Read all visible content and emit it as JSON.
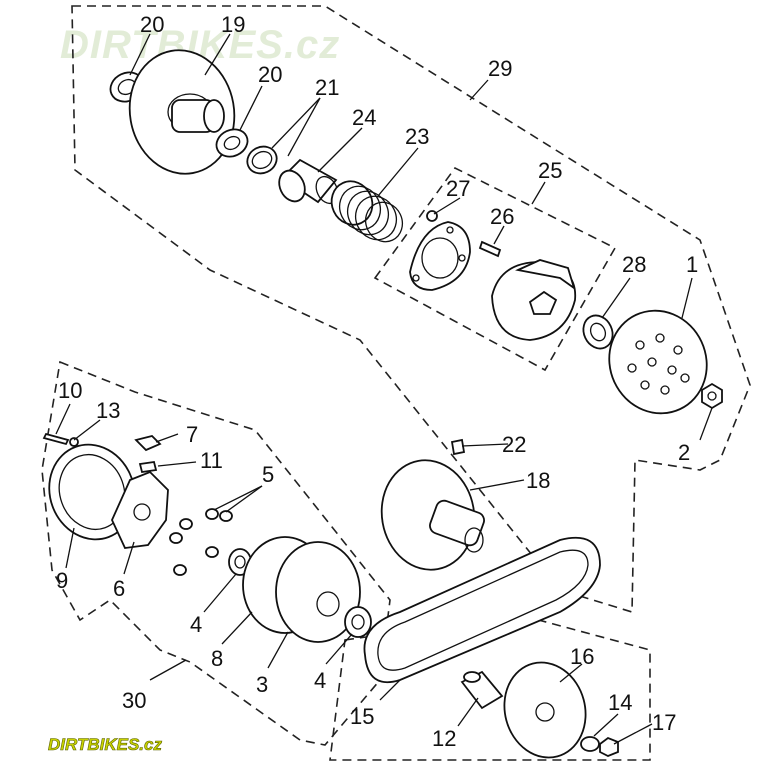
{
  "watermark": {
    "top_text": "DIRTBIKES.cz",
    "bottom_text": "DIRTBIKES.cz"
  },
  "callouts": {
    "c1": "1",
    "c2": "2",
    "c3": "3",
    "c4a": "4",
    "c4b": "4",
    "c5": "5",
    "c6": "6",
    "c7": "7",
    "c8": "8",
    "c9": "9",
    "c10": "10",
    "c11": "11",
    "c12": "12",
    "c13": "13",
    "c14": "14",
    "c15": "15",
    "c16": "16",
    "c17": "17",
    "c18": "18",
    "c19": "19",
    "c20a": "20",
    "c20b": "20",
    "c21": "21",
    "c22": "22",
    "c23": "23",
    "c24": "24",
    "c25": "25",
    "c26": "26",
    "c27": "27",
    "c28": "28",
    "c29": "29",
    "c30": "30"
  },
  "colors": {
    "line": "#111111",
    "watermark_top": "#e2ecd7",
    "watermark_bottom": "#c8d200"
  }
}
